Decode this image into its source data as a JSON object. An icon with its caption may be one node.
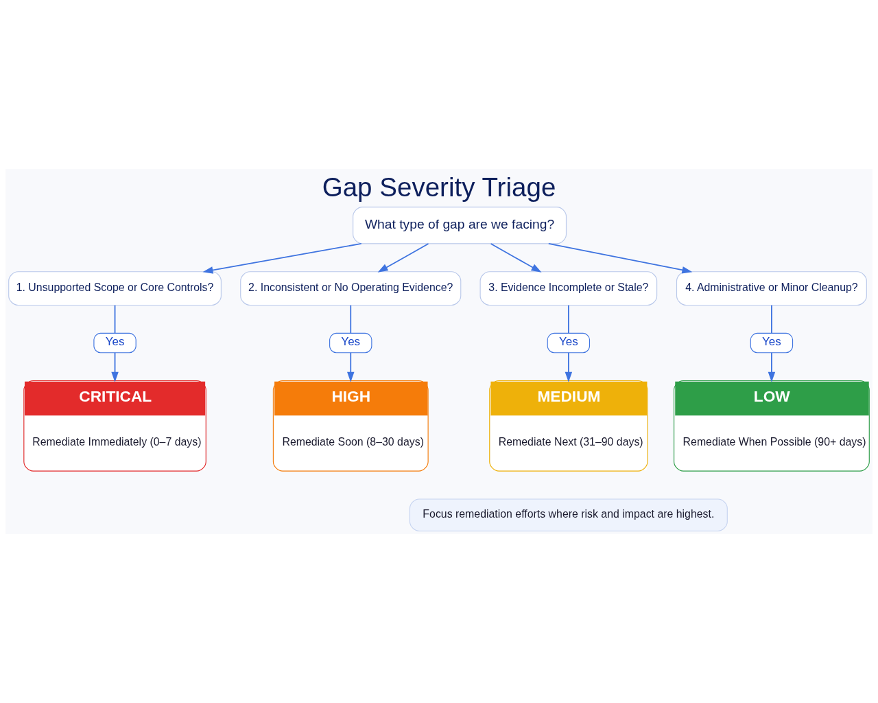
{
  "diagram": {
    "title": "Gap Severity Triage",
    "nodes": [
      {
        "text": [
          "What type of gap are we facing?"
        ]
      },
      {
        "text": [
          "1. Unsupported Scope or Core Controls?"
        ]
      },
      {
        "text": [
          "2. Inconsistent or No Operating Evidence?"
        ]
      },
      {
        "text": [
          "3. Evidence Incomplete or Stale?"
        ]
      },
      {
        "text": [
          "4. Administrative or Minor Cleanup?"
        ]
      },
      {
        "text": [
          "Yes"
        ]
      },
      {
        "text": [
          "Yes"
        ]
      },
      {
        "text": [
          "Yes"
        ]
      },
      {
        "text": [
          "Yes"
        ]
      },
      {
        "text": [
          "CRITICAL",
          "Remediate Immediately (0–7 days)"
        ]
      },
      {
        "text": [
          "HIGH",
          "Remediate Soon (8–30 days)"
        ]
      },
      {
        "text": [
          "MEDIUM",
          "Remediate Next (31–90 days)"
        ]
      },
      {
        "text": [
          "LOW",
          "Remediate When Possible (90+ days)"
        ]
      },
      {
        "text": [
          "Focus remediation efforts where risk and impact are highest."
        ]
      }
    ],
    "edges": [
      {
        "from": 0,
        "to": 1,
        "arrow": "to"
      },
      {
        "from": 0,
        "to": 2,
        "arrow": "to"
      },
      {
        "from": 0,
        "to": 3,
        "arrow": "to"
      },
      {
        "from": 0,
        "to": 4,
        "arrow": "to"
      },
      {
        "from": 1,
        "to": 5,
        "arrow": "none"
      },
      {
        "from": 2,
        "to": 6,
        "arrow": "none"
      },
      {
        "from": 3,
        "to": 7,
        "arrow": "none"
      },
      {
        "from": 4,
        "to": 8,
        "arrow": "none"
      },
      {
        "from": 5,
        "to": 9,
        "arrow": "to"
      },
      {
        "from": 6,
        "to": 10,
        "arrow": "to"
      },
      {
        "from": 7,
        "to": 11,
        "arrow": "to"
      },
      {
        "from": 8,
        "to": 12,
        "arrow": "to"
      }
    ]
  }
}
